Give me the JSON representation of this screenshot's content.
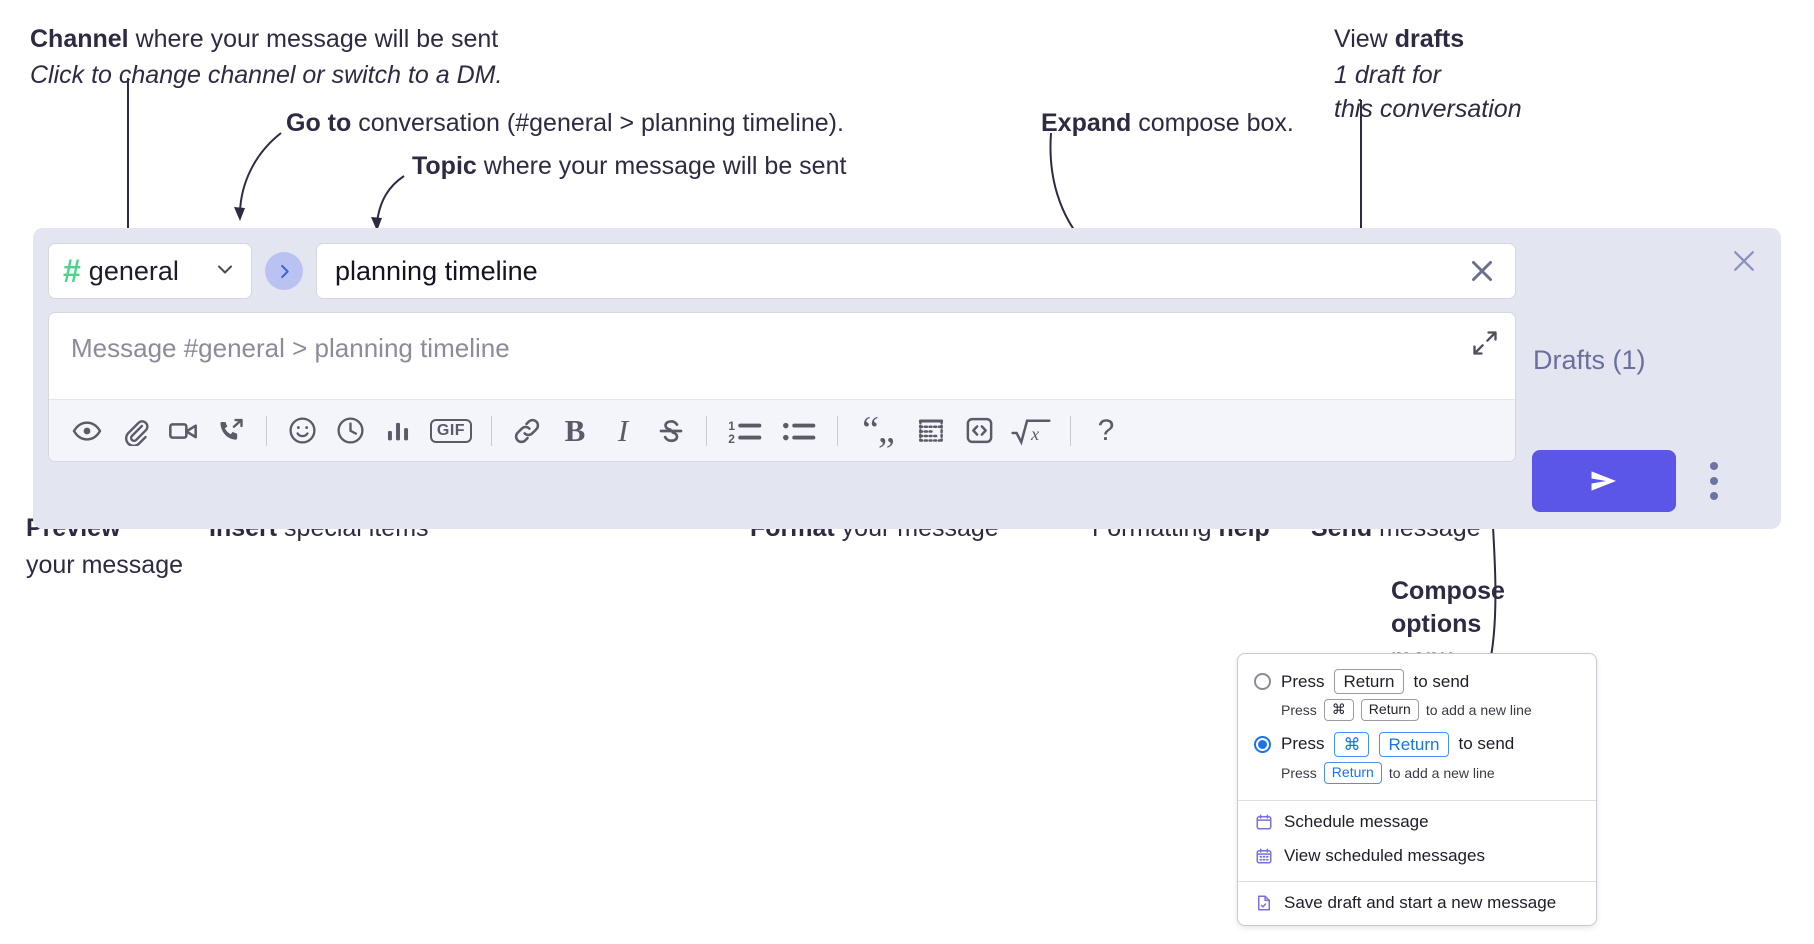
{
  "annotations": {
    "channel": {
      "line1_bold": "Channel",
      "line1_rest": " where your message will be sent",
      "line2": "Click to change channel or switch to a DM."
    },
    "goto": {
      "bold": "Go to",
      "rest": " conversation (#general > planning timeline)."
    },
    "topic": {
      "bold": "Topic",
      "rest": " where your message will be sent"
    },
    "expand": {
      "bold": "Expand",
      "rest": " compose box."
    },
    "drafts": {
      "line1_rest": "View ",
      "line1_bold": "drafts",
      "line2": "1 draft for",
      "line3": "this conversation"
    },
    "preview": {
      "line1_bold": "Preview",
      "line2": "your message"
    },
    "insert": {
      "bold": "Insert",
      "rest": " special items"
    },
    "format": {
      "bold": "Format",
      "rest": " your message"
    },
    "help": {
      "rest": "Formatting ",
      "bold": "help"
    },
    "send": {
      "bold": "Send",
      "rest": " message"
    },
    "compose_options": {
      "line1": "Compose",
      "line2": "options",
      "line3": "menu"
    }
  },
  "compose": {
    "channel": {
      "hash": "#",
      "name": "general",
      "caret_icon": "chevron-down-icon"
    },
    "goto_icon": "chevron-right-icon",
    "topic": {
      "value": "planning timeline",
      "clear_icon": "close-icon"
    },
    "message": {
      "placeholder": "Message #general > planning timeline",
      "expand_icon": "expand-icon"
    },
    "toolbar": [
      {
        "name": "preview-icon",
        "label": "Preview"
      },
      {
        "name": "attachment-icon",
        "label": "Attach file"
      },
      {
        "name": "video-icon",
        "label": "Record video clip"
      },
      {
        "name": "audio-call-icon",
        "label": "Record audio clip"
      },
      {
        "name": "separator",
        "label": ""
      },
      {
        "name": "emoji-icon",
        "label": "Emoji"
      },
      {
        "name": "clock-icon",
        "label": "Reminder"
      },
      {
        "name": "poll-icon",
        "label": "Poll"
      },
      {
        "name": "gif-icon",
        "label": "GIF"
      },
      {
        "name": "separator",
        "label": ""
      },
      {
        "name": "link-icon",
        "label": "Link"
      },
      {
        "name": "bold-icon",
        "label": "B"
      },
      {
        "name": "italic-icon",
        "label": "I"
      },
      {
        "name": "strikethrough-icon",
        "label": "S"
      },
      {
        "name": "separator",
        "label": ""
      },
      {
        "name": "ordered-list-icon",
        "label": "Ordered list"
      },
      {
        "name": "bulleted-list-icon",
        "label": "Bulleted list"
      },
      {
        "name": "separator",
        "label": ""
      },
      {
        "name": "blockquote-icon",
        "label": "Blockquote"
      },
      {
        "name": "code-block-icon",
        "label": "Code block"
      },
      {
        "name": "inline-code-icon",
        "label": "Code"
      },
      {
        "name": "math-icon",
        "label": "Math"
      },
      {
        "name": "separator",
        "label": ""
      },
      {
        "name": "help-icon",
        "label": "?"
      }
    ]
  },
  "panel": {
    "drafts_label": "Drafts (1)",
    "close_icon": "close-icon",
    "send_icon": "send-icon",
    "more_icon": "kebab-menu-icon"
  },
  "menu": {
    "option1": {
      "selected": false,
      "pre": "Press",
      "key": "Return",
      "post": "to send",
      "sub_pre": "Press",
      "sub_key1": "⌘",
      "sub_key2": "Return",
      "sub_post": "to add a new line"
    },
    "option2": {
      "selected": true,
      "pre": "Press",
      "key1": "⌘",
      "key2": "Return",
      "post": "to send",
      "sub_pre": "Press",
      "sub_key": "Return",
      "sub_post": "to add a new line"
    },
    "items": [
      {
        "icon": "calendar-schedule-icon",
        "label": "Schedule message"
      },
      {
        "icon": "calendar-grid-icon",
        "label": "View scheduled messages"
      },
      {
        "icon": "save-draft-icon",
        "label": "Save draft and start a new message"
      }
    ]
  },
  "colors": {
    "compose_bg": "#e3e5f1",
    "send_button": "#5b55e8",
    "hash_green": "#4fd38a",
    "goto_circle": "#b9c2f2",
    "drafts_text": "#6c6f9e",
    "radio_blue": "#1a73e8"
  }
}
